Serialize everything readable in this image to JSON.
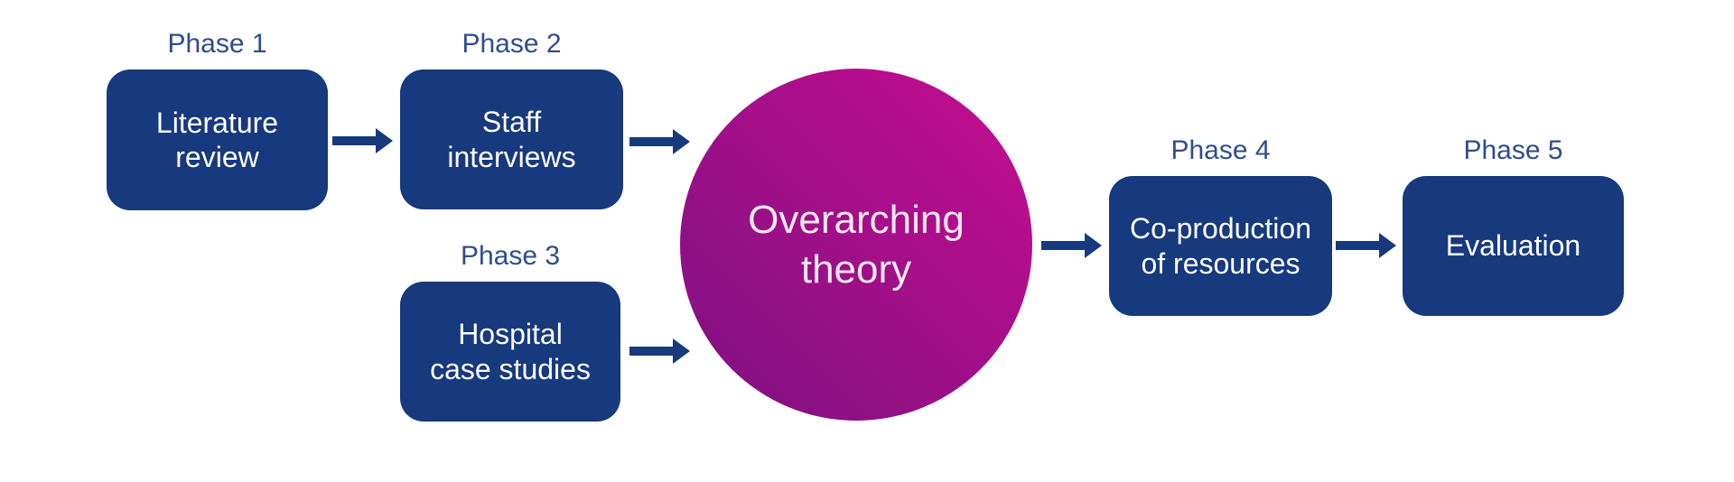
{
  "diagram": {
    "colors": {
      "canvas_bg": "#ffffff",
      "box_fill": "#17397e",
      "box_text": "#ffffff",
      "arrow_fill": "#17397e",
      "phase_label_text": "#2f4d8c",
      "circle_text": "#f7e9f3",
      "circle_gradient_start": "#c70d90",
      "circle_gradient_end": "#7c1180"
    },
    "phases": [
      {
        "label": "Phase 1",
        "title": "Literature\nreview"
      },
      {
        "label": "Phase 2",
        "title": "Staff\ninterviews"
      },
      {
        "label": "Phase 3",
        "title": "Hospital\ncase studies"
      },
      {
        "label": "Phase 4",
        "title": "Co-production\nof resources"
      },
      {
        "label": "Phase 5",
        "title": "Evaluation"
      }
    ],
    "hub": {
      "title": "Overarching\ntheory"
    }
  }
}
